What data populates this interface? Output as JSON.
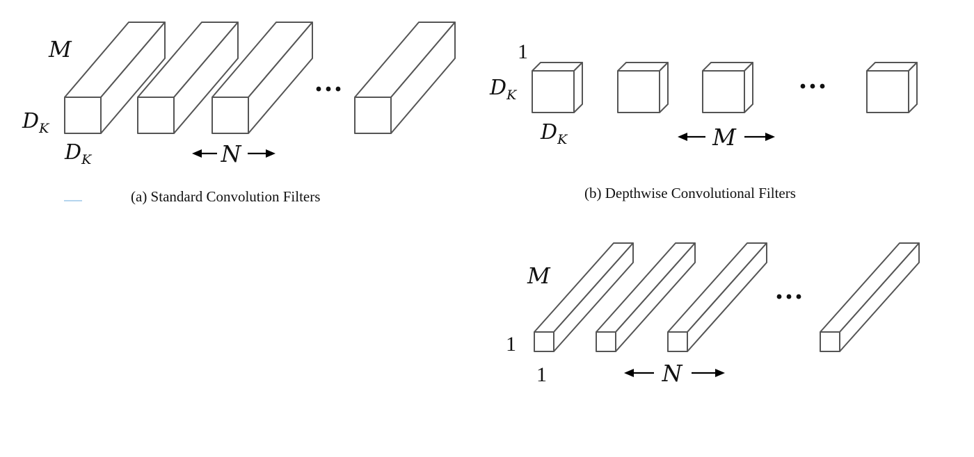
{
  "panel_a": {
    "caption": "(a)  Standard Convolution Filters",
    "depth_label": "M",
    "height_label": {
      "base": "D",
      "sub": "K"
    },
    "width_label": {
      "base": "D",
      "sub": "K"
    },
    "count_label": "N",
    "ellipsis": "···"
  },
  "panel_b": {
    "caption": "(b)  Depthwise Convolutional Filters",
    "depth_label": "1",
    "height_label": {
      "base": "D",
      "sub": "K"
    },
    "width_label": {
      "base": "D",
      "sub": "K"
    },
    "count_label": "M",
    "ellipsis": "···"
  },
  "panel_c": {
    "depth_label": "M",
    "height_label": "1",
    "width_label": "1",
    "count_label": "N",
    "ellipsis": "···"
  }
}
